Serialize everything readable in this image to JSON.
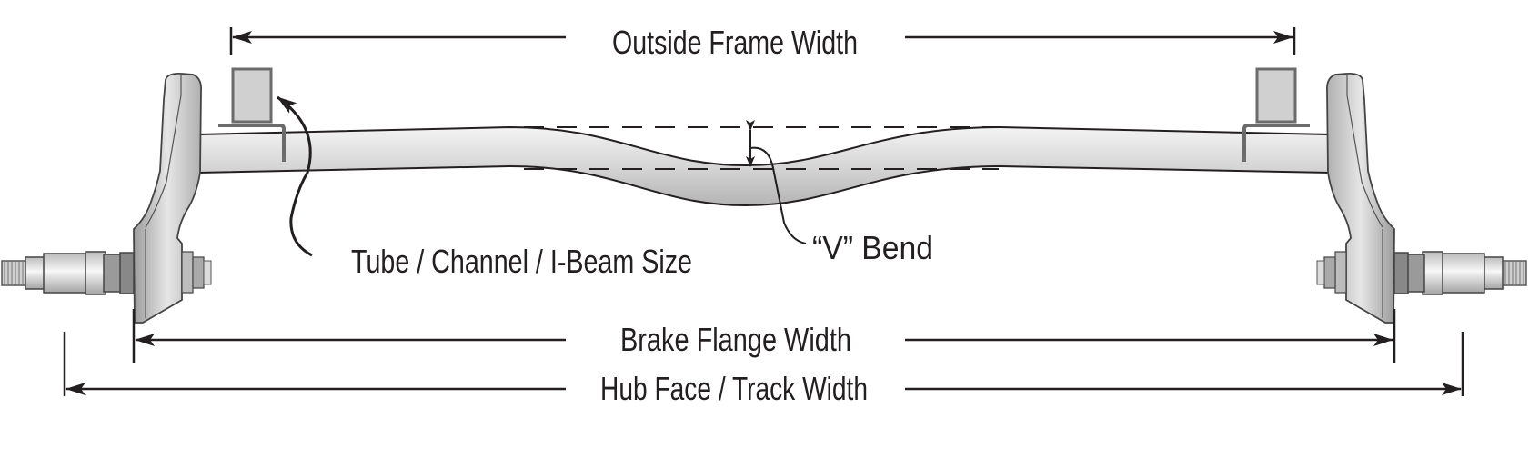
{
  "labels": {
    "outside_frame_width": "Outside Frame Width",
    "tube_size": "Tube / Channel / I-Beam Size",
    "v_bend": "“V” Bend",
    "brake_flange_width": "Brake Flange Width",
    "hub_face_track_width": "Hub Face / Track Width"
  },
  "colors": {
    "line": "#231f20",
    "metal_light": "#f2f2f2",
    "metal_dark": "#a9a9a9",
    "bracket": "#d0d0d0"
  }
}
